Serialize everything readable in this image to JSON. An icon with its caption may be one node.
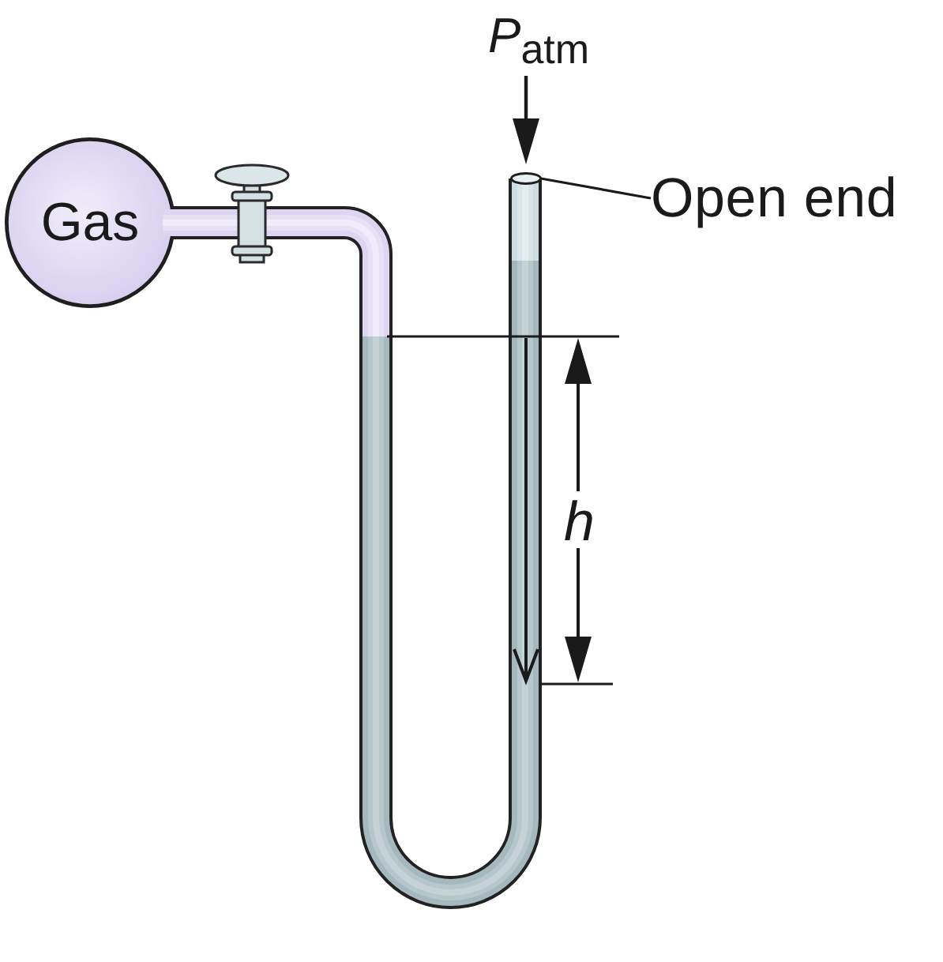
{
  "diagram": {
    "nodes": [
      {
        "text": [
          "Gas"
        ]
      },
      {
        "text": [
          "Open end"
        ]
      },
      {
        "text": [],
        "shape": "circle"
      }
    ],
    "edges": [
      {
        "from": 1,
        "to": 2,
        "arrow": "none"
      }
    ],
    "labels": [
      "*P*$_{atm}$",
      "h"
    ]
  }
}
